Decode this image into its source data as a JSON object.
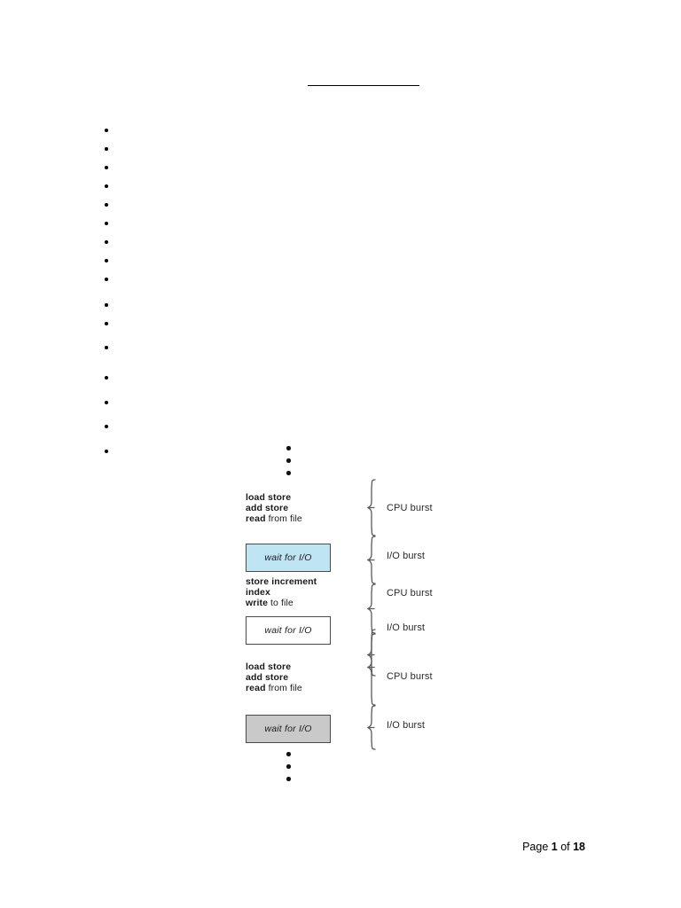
{
  "document": {
    "heading": {
      "text": "",
      "underlined": true
    },
    "bullet_group_1": [
      {
        "text": ""
      },
      {
        "text": ""
      },
      {
        "text": ""
      },
      {
        "text": ""
      },
      {
        "text": ""
      },
      {
        "text": ""
      },
      {
        "text": ""
      },
      {
        "text": ""
      },
      {
        "text": ""
      }
    ],
    "bullet_group_2": [
      {
        "text": ""
      },
      {
        "text": ""
      },
      {
        "text": ""
      },
      {
        "text": ""
      },
      {
        "text": ""
      },
      {
        "text": ""
      },
      {
        "text": ""
      }
    ],
    "footer": {
      "prefix": "Page ",
      "page_number": "1",
      "middle": " of ",
      "total_pages": "18"
    }
  },
  "figure": {
    "name": "cpu-io-burst-cycle",
    "colors": {
      "io_box_blue": "#bfe4f4",
      "io_box_white": "#ffffff",
      "io_box_gray": "#c9c9c9",
      "box_border": "#4a4a4a",
      "brace": "#5a5a5a",
      "text": "#1a1a1a"
    },
    "top_ellipsis": "•••",
    "bottom_ellipsis": "•••",
    "segments": [
      {
        "kind": "code",
        "lines": [
          {
            "bold": "load store",
            "rest": ""
          },
          {
            "bold": "add store",
            "rest": ""
          },
          {
            "bold": "read",
            "rest": " from file"
          }
        ],
        "burst_label": "CPU burst"
      },
      {
        "kind": "wait",
        "label": "wait for I/O",
        "fill": "blue",
        "burst_label": "I/O burst"
      },
      {
        "kind": "code",
        "lines": [
          {
            "bold": "store increment",
            "rest": ""
          },
          {
            "bold": "index",
            "rest": ""
          },
          {
            "bold": "write",
            "rest": " to file"
          }
        ],
        "burst_label": "CPU burst"
      },
      {
        "kind": "wait",
        "label": "wait for I/O",
        "fill": "white",
        "burst_label": "I/O burst"
      },
      {
        "kind": "code",
        "lines": [
          {
            "bold": "load store",
            "rest": ""
          },
          {
            "bold": "add store",
            "rest": ""
          },
          {
            "bold": "read",
            "rest": " from file"
          }
        ],
        "burst_label": "CPU burst"
      },
      {
        "kind": "wait",
        "label": "wait for I/O",
        "fill": "gray",
        "burst_label": "I/O burst"
      }
    ],
    "burst_labels": [
      "CPU burst",
      "I/O burst",
      "CPU burst",
      "I/O burst",
      "CPU burst",
      "I/O burst"
    ]
  }
}
